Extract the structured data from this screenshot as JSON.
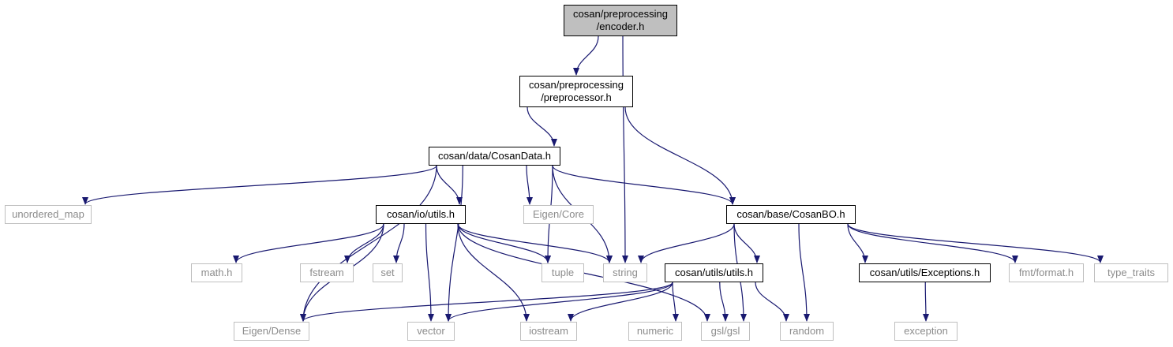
{
  "colors": {
    "edge": "#191970",
    "focus_fill": "#bfbfbf",
    "internal_border": "#000000",
    "external_border": "#bfbfbf",
    "external_text": "#8c8c8c"
  },
  "nodes": {
    "encoder": {
      "lines": [
        "cosan/preprocessing",
        "/encoder.h"
      ],
      "kind": "focus"
    },
    "preprocessor": {
      "lines": [
        "cosan/preprocessing",
        "/preprocessor.h"
      ],
      "kind": "internal"
    },
    "cosandata": {
      "lines": [
        "cosan/data/CosanData.h"
      ],
      "kind": "internal"
    },
    "unordered_map": {
      "lines": [
        "unordered_map"
      ],
      "kind": "external"
    },
    "io_utils": {
      "lines": [
        "cosan/io/utils.h"
      ],
      "kind": "internal"
    },
    "eigen_core": {
      "lines": [
        "Eigen/Core"
      ],
      "kind": "external"
    },
    "cosanbo": {
      "lines": [
        "cosan/base/CosanBO.h"
      ],
      "kind": "internal"
    },
    "math": {
      "lines": [
        "math.h"
      ],
      "kind": "external"
    },
    "fstream": {
      "lines": [
        "fstream"
      ],
      "kind": "external"
    },
    "set": {
      "lines": [
        "set"
      ],
      "kind": "external"
    },
    "tuple": {
      "lines": [
        "tuple"
      ],
      "kind": "external"
    },
    "string": {
      "lines": [
        "string"
      ],
      "kind": "external"
    },
    "utils_utils": {
      "lines": [
        "cosan/utils/utils.h"
      ],
      "kind": "internal"
    },
    "exceptions": {
      "lines": [
        "cosan/utils/Exceptions.h"
      ],
      "kind": "internal"
    },
    "fmt": {
      "lines": [
        "fmt/format.h"
      ],
      "kind": "external"
    },
    "type_traits": {
      "lines": [
        "type_traits"
      ],
      "kind": "external"
    },
    "eigen_dense": {
      "lines": [
        "Eigen/Dense"
      ],
      "kind": "external"
    },
    "vector": {
      "lines": [
        "vector"
      ],
      "kind": "external"
    },
    "iostream": {
      "lines": [
        "iostream"
      ],
      "kind": "external"
    },
    "numeric": {
      "lines": [
        "numeric"
      ],
      "kind": "external"
    },
    "gsl": {
      "lines": [
        "gsl/gsl"
      ],
      "kind": "external"
    },
    "random": {
      "lines": [
        "random"
      ],
      "kind": "external"
    },
    "exception": {
      "lines": [
        "exception"
      ],
      "kind": "external"
    }
  },
  "edges": [
    [
      "encoder",
      "preprocessor"
    ],
    [
      "encoder",
      "string"
    ],
    [
      "preprocessor",
      "cosandata"
    ],
    [
      "preprocessor",
      "cosanbo"
    ],
    [
      "cosandata",
      "unordered_map"
    ],
    [
      "cosandata",
      "io_utils"
    ],
    [
      "cosandata",
      "eigen_core"
    ],
    [
      "cosandata",
      "cosanbo"
    ],
    [
      "cosandata",
      "tuple"
    ],
    [
      "cosandata",
      "string"
    ],
    [
      "cosandata",
      "eigen_dense"
    ],
    [
      "cosandata",
      "vector"
    ],
    [
      "io_utils",
      "math"
    ],
    [
      "io_utils",
      "fstream"
    ],
    [
      "io_utils",
      "set"
    ],
    [
      "io_utils",
      "tuple"
    ],
    [
      "io_utils",
      "string"
    ],
    [
      "io_utils",
      "eigen_dense"
    ],
    [
      "io_utils",
      "vector"
    ],
    [
      "io_utils",
      "iostream"
    ],
    [
      "io_utils",
      "gsl"
    ],
    [
      "cosanbo",
      "string"
    ],
    [
      "cosanbo",
      "utils_utils"
    ],
    [
      "cosanbo",
      "exceptions"
    ],
    [
      "cosanbo",
      "fmt"
    ],
    [
      "cosanbo",
      "type_traits"
    ],
    [
      "cosanbo",
      "gsl"
    ],
    [
      "cosanbo",
      "random"
    ],
    [
      "utils_utils",
      "eigen_dense"
    ],
    [
      "utils_utils",
      "vector"
    ],
    [
      "utils_utils",
      "iostream"
    ],
    [
      "utils_utils",
      "numeric"
    ],
    [
      "utils_utils",
      "gsl"
    ],
    [
      "utils_utils",
      "random"
    ],
    [
      "exceptions",
      "exception"
    ]
  ]
}
